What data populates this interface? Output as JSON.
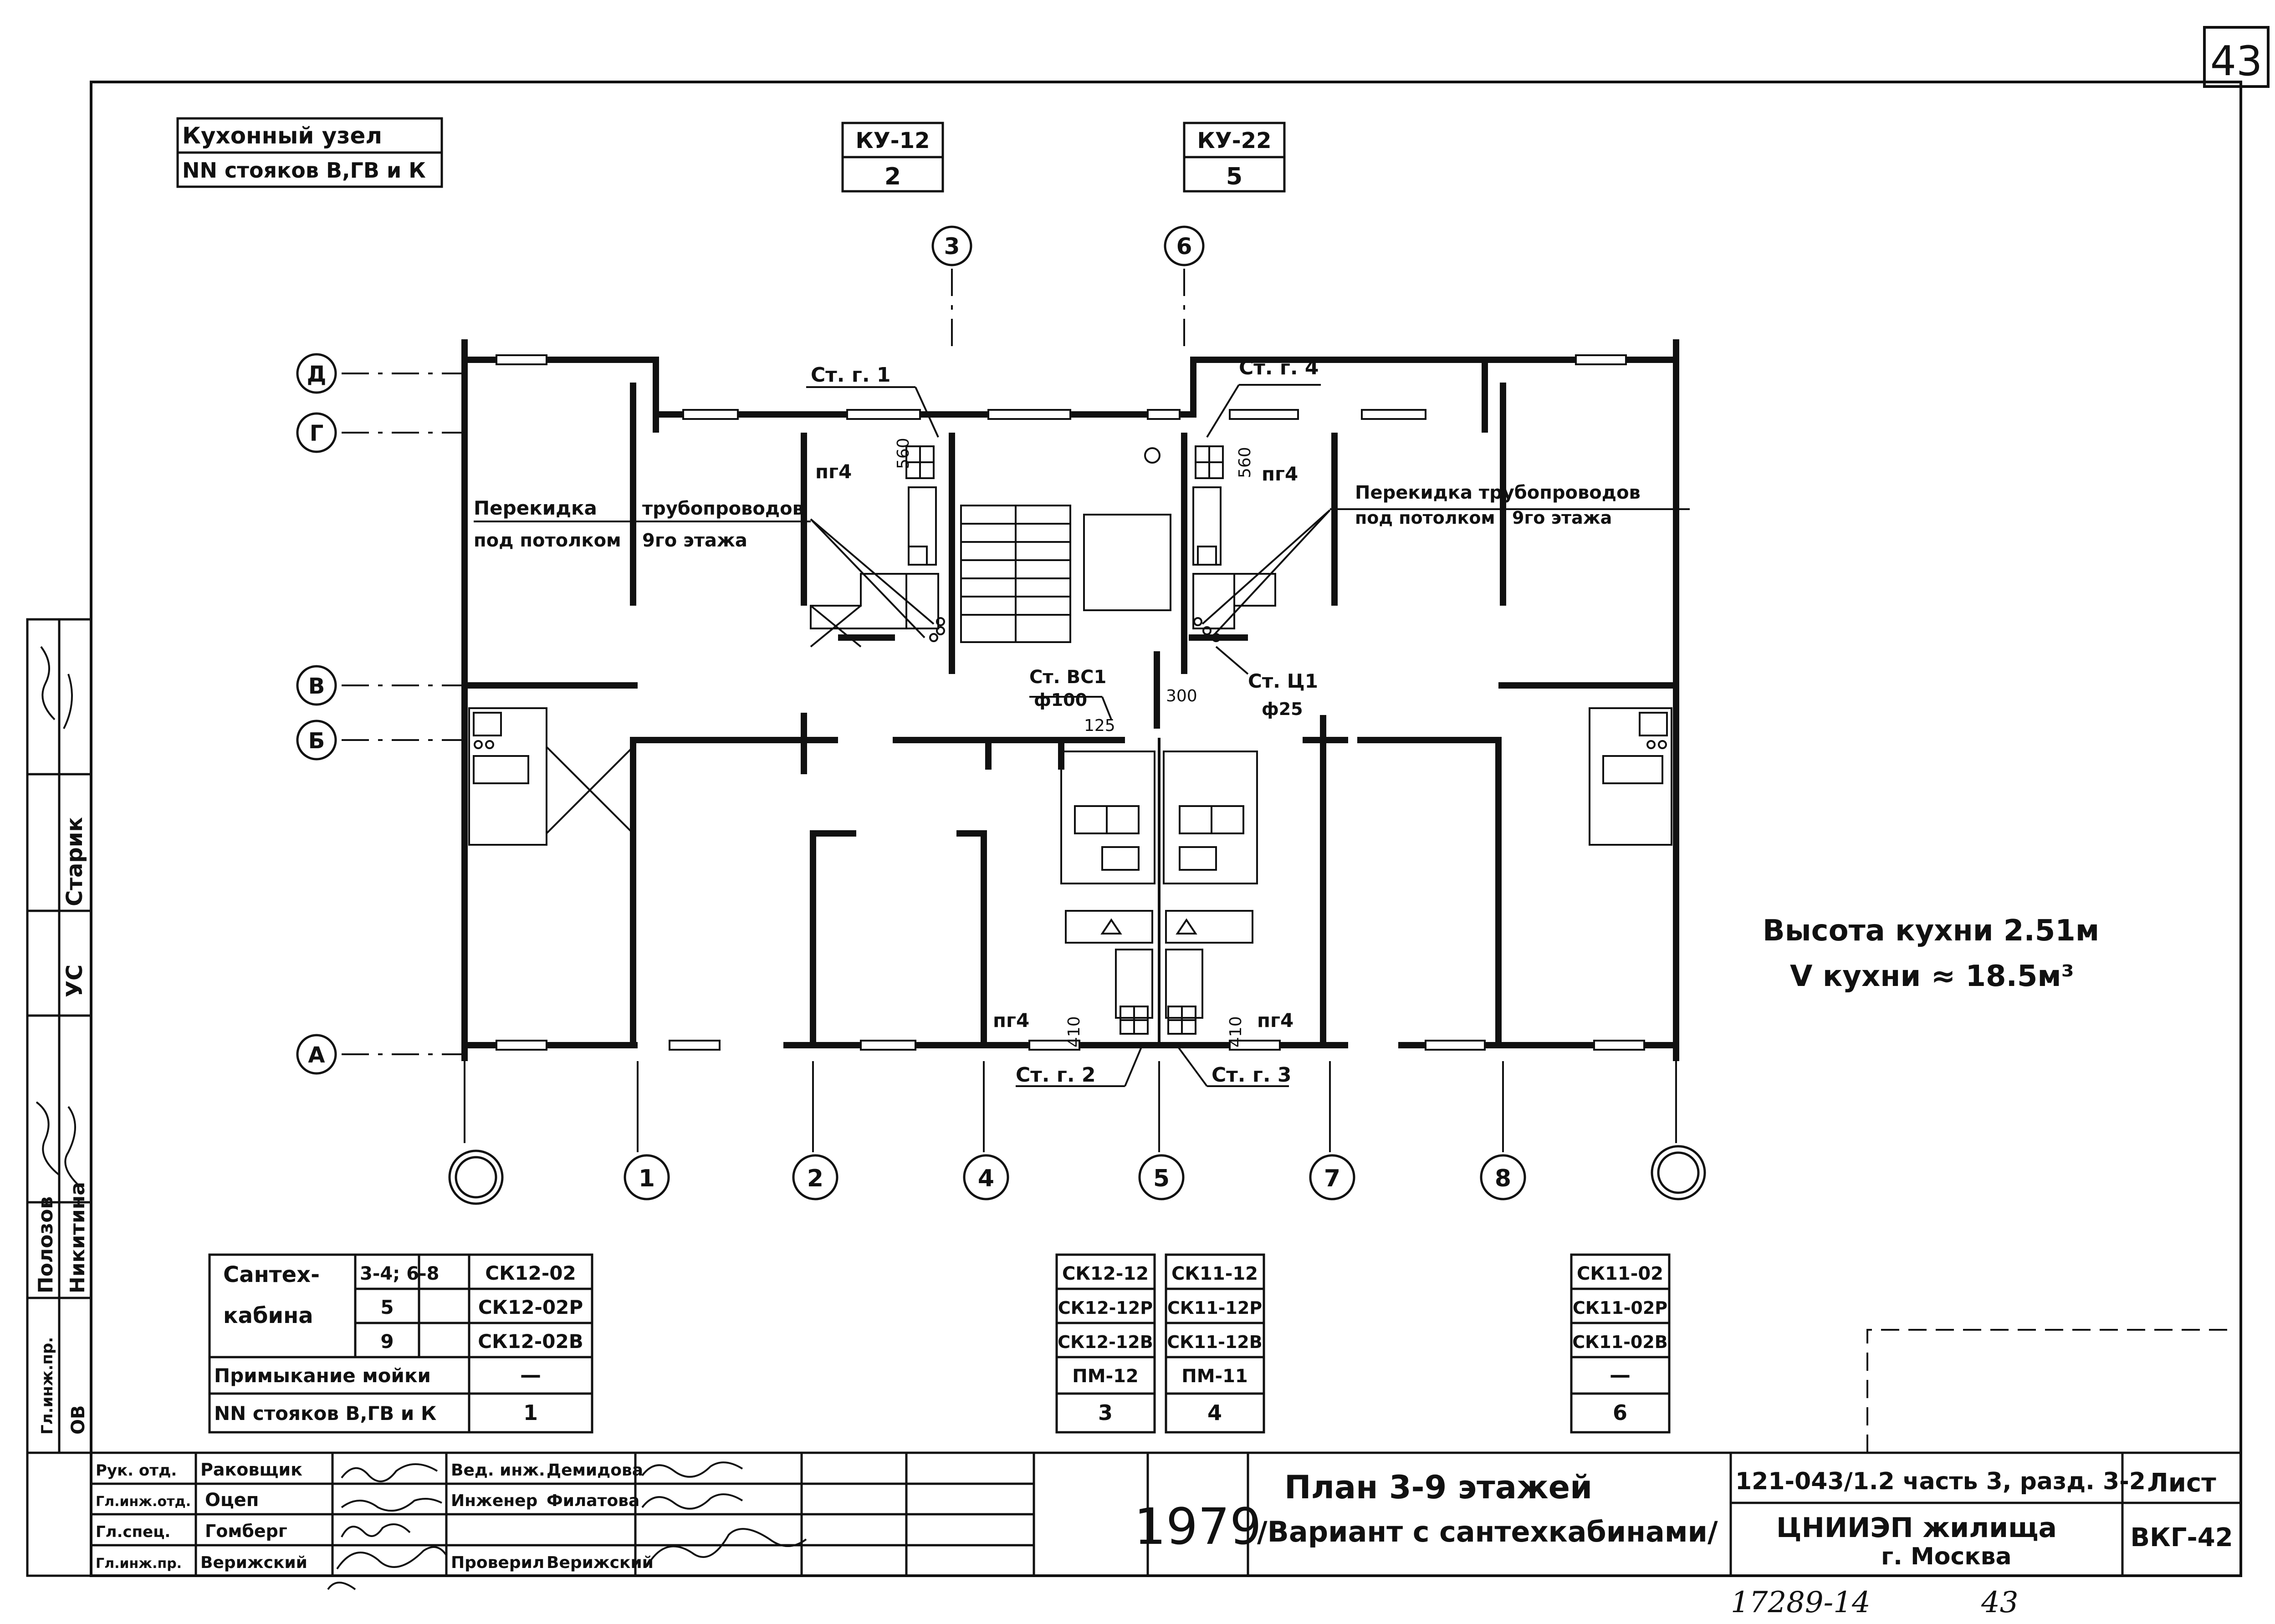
{
  "sheet": {
    "corner_number": "43",
    "footer_note": "17289-14",
    "footer_page": "43"
  },
  "header": {
    "node_table": {
      "row1": "Кухонный узел",
      "row2": "NN стояков В,ГВ и К"
    },
    "ku12": {
      "label": "КУ-12",
      "value": "2"
    },
    "ku22": {
      "label": "КУ-22",
      "value": "5"
    }
  },
  "axes": {
    "rows": [
      "Д",
      "Г",
      "В",
      "Б",
      "А"
    ],
    "columns_top": [
      "3",
      "6"
    ],
    "columns_bottom": [
      "1",
      "2",
      "4",
      "5",
      "7",
      "8"
    ]
  },
  "annotations": {
    "st_g1": "Ст. г. 1",
    "st_g4": "Ст. г. 4",
    "st_g2": "Ст. г. 2",
    "st_g3": "Ст. г. 3",
    "st_vc1": "Ст. ВС1",
    "st_vc1_d": "ф100",
    "st_c1": "Ст. Ц1",
    "st_c1_d": "ф25",
    "dim_125": "125",
    "dim_300": "300",
    "pg4": "пг4",
    "dim_560": "560",
    "dim_410": "410",
    "perekidka_left_1": "Перекидка",
    "perekidka_left_2": "трубопроводов",
    "perekidka_left_3": "под потолком",
    "perekidka_left_4": "9го этажа",
    "perekidka_right_1": "Перекидка трубопроводов",
    "perekidka_right_2": "под потолком",
    "perekidka_right_3": "9го этажа",
    "kitchen_height": "Высота кухни 2.51м",
    "kitchen_volume": "V кухни ≈ 18.5м³"
  },
  "santeh_table": {
    "title_1": "Сантех-",
    "title_2": "кабина",
    "floors": [
      "3-4; 6-8",
      "5",
      "9"
    ],
    "col1": [
      "СК12-02",
      "СК12-02Р",
      "СК12-02В"
    ],
    "adjacency_label": "Примыкание мойки",
    "adjacency_value": "—",
    "risers_label": "NN стояков В,ГВ и К",
    "risers_value": "1",
    "col2": [
      "СК12-12",
      "СК12-12Р",
      "СК12-12В",
      "ПМ-12",
      "3"
    ],
    "col3": [
      "СК11-12",
      "СК11-12Р",
      "СК11-12В",
      "ПМ-11",
      "4"
    ],
    "col4": [
      "СК11-02",
      "СК11-02Р",
      "СК11-02В",
      "—",
      "6"
    ]
  },
  "title_block": {
    "roles": [
      "Рук. отд.",
      "Гл.инж.отд.",
      "Гл.спец.",
      "Гл.инж.пр."
    ],
    "names": [
      "Раковщик",
      "Оцеп",
      "Гомберг",
      "Верижский"
    ],
    "roles2": [
      "Вед. инж.",
      "Инженер",
      "Проверил"
    ],
    "names2": [
      "Демидова",
      "Филатова",
      "Верижский"
    ],
    "year": "1979",
    "title_1": "План 3-9 этажей",
    "title_2": "/Вариант с сантехкабинами/",
    "code": "121-043/1.2 часть 3, разд. 3-2",
    "org_1": "ЦНИИЭП жилища",
    "org_2": "г. Москва",
    "sheet_label": "Лист",
    "sheet_value": "ВКГ-42"
  },
  "side_stamp": {
    "labels": [
      "Старик",
      "УС",
      "Полозов",
      "Никитина",
      "Гл.инж.пр.",
      "ОВ"
    ]
  }
}
